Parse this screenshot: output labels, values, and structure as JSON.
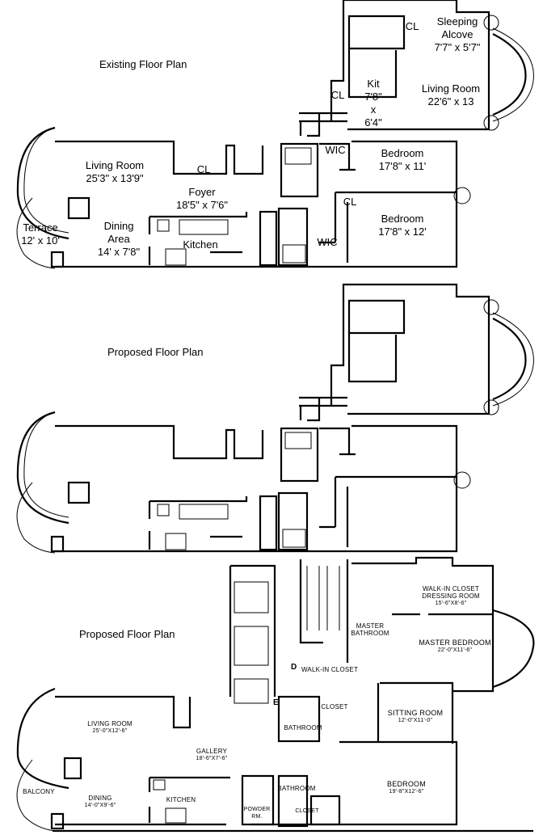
{
  "existing": {
    "title": "Existing Floor Plan",
    "rooms": {
      "sleeping_alcove": {
        "name1": "Sleeping",
        "name2": "Alcove",
        "dim": "7'7\" x 5'7\""
      },
      "cl_upper": "CL",
      "kit": {
        "name": "Kit",
        "d1": "7'8\"",
        "d2": "x",
        "d3": "6'4\""
      },
      "cl_kit": "CL",
      "living_upper": {
        "name": "Living Room",
        "dim": "22'6\" x 13"
      },
      "living_lower": {
        "name": "Living Room",
        "dim": "25'3\" x 13'9\""
      },
      "cl_living": "CL",
      "foyer": {
        "name": "Foyer",
        "dim": "18'5\" x 7'6\""
      },
      "wic1": "WIC",
      "bedroom1": {
        "name": "Bedroom",
        "dim": "17'8\" x 11'"
      },
      "cl_bed": "CL",
      "bedroom2": {
        "name": "Bedroom",
        "dim": "17'8\" x 12'"
      },
      "wic2": "WIC",
      "terrace": {
        "name": "Terrace",
        "dim": "12' x 10'"
      },
      "dining": {
        "name1": "Dining",
        "name2": "Area",
        "dim": "14' x 7'8\""
      },
      "kitchen": "Kitchen"
    }
  },
  "proposed1": {
    "title": "Proposed Floor Plan"
  },
  "proposed2": {
    "title": "Proposed Floor Plan",
    "rooms": {
      "walkin_dressing": {
        "n1": "WALK-IN CLOSET",
        "n2": "DRESSING ROOM",
        "dim": "15'-6\"X8'-6\""
      },
      "master_bath": {
        "n1": "MASTER",
        "n2": "BATHROOM"
      },
      "master_bed": {
        "name": "MASTER BEDROOM",
        "dim": "22'-0\"X11'-6\""
      },
      "marker_d": "D",
      "walkin_closet": "WALK-IN CLOSET",
      "marker_e": "E",
      "closet1": "CLOSET",
      "sitting": {
        "name": "SITTING ROOM",
        "dim": "12'-0\"X11'-0\""
      },
      "living": {
        "name": "LIVING ROOM",
        "dim": "25'-0\"X12'-6\""
      },
      "gallery": {
        "name": "GALLERY",
        "dim": "18'-6\"X7'-6\""
      },
      "bath1": "BATHROOM",
      "bath2": "BATHROOM",
      "bedroom": {
        "name": "BEDROOM",
        "dim": "19'-8\"X12'-6\""
      },
      "balcony": "BALCONY",
      "dining": {
        "name": "DINING",
        "dim": "14'-0\"X9'-6\""
      },
      "kitchen": "KITCHEN",
      "powder": {
        "n1": "POWDER",
        "n2": "RM."
      },
      "closet2": "CLOSET"
    }
  }
}
